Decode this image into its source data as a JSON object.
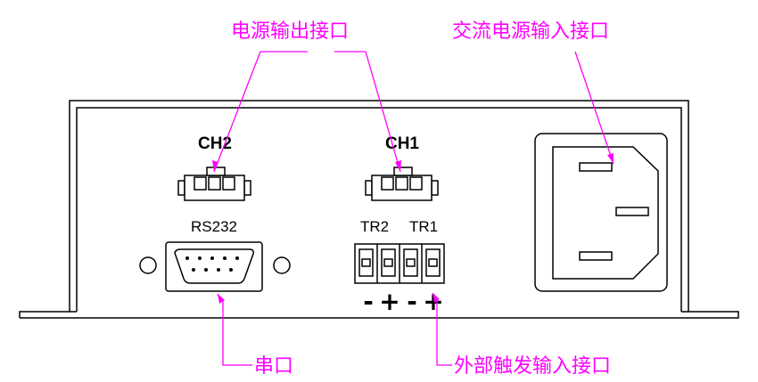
{
  "annotations": {
    "power_output": "电源输出接口",
    "ac_power_input": "交流电源输入接口",
    "serial_port": "串口",
    "external_trigger": "外部触发输入接口"
  },
  "ports": {
    "ch2": "CH2",
    "ch1": "CH1",
    "rs232": "RS232",
    "tr2": "TR2",
    "tr1": "TR1",
    "polarity": [
      "-",
      "+",
      "-",
      "+"
    ]
  },
  "colors": {
    "annotation": "#ff00ff",
    "drawing": "#000000"
  }
}
